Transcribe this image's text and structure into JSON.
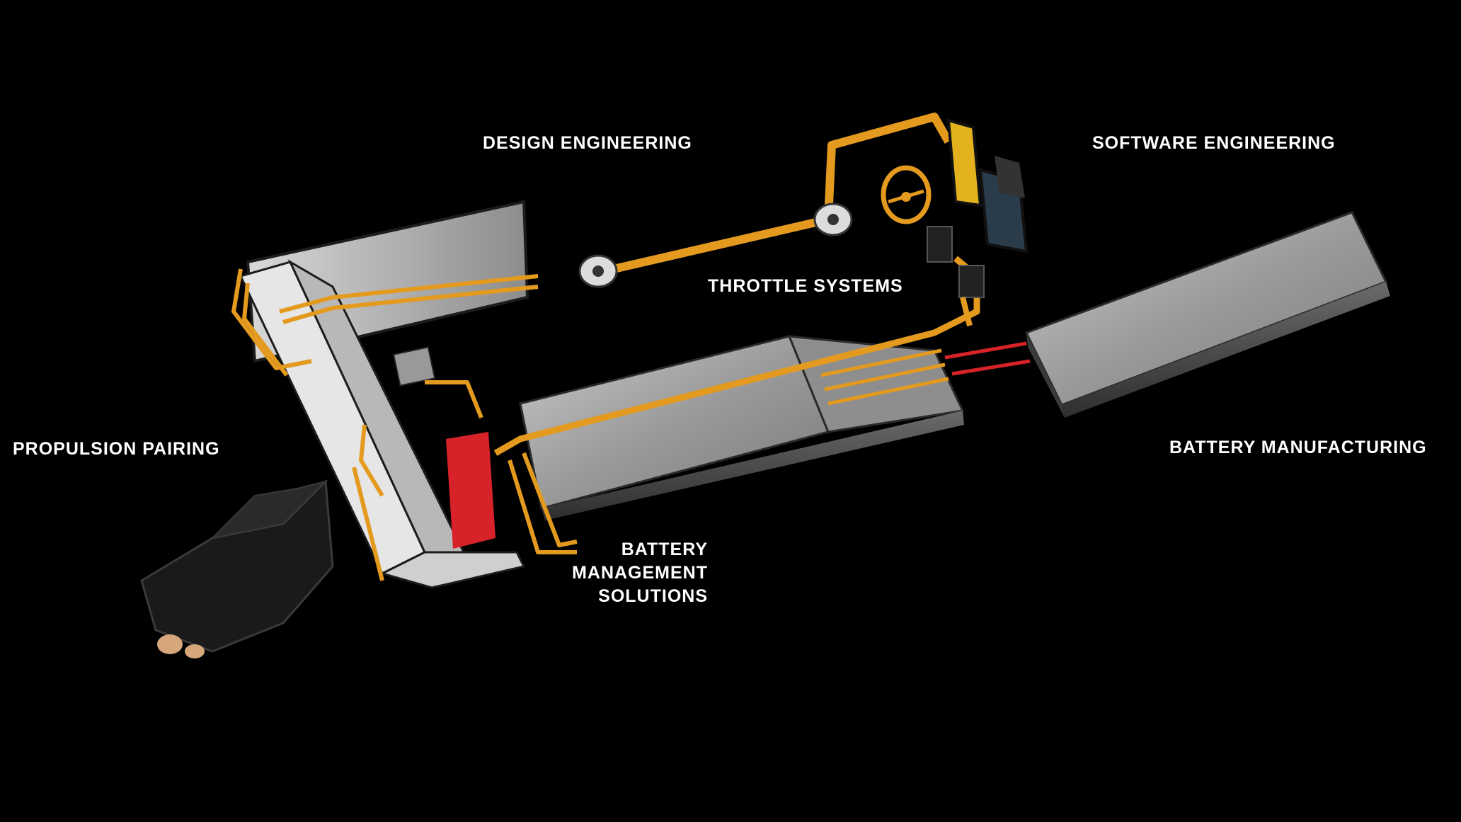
{
  "labels": {
    "design_engineering": "DESIGN ENGINEERING",
    "software_engineering": "SOFTWARE ENGINEERING",
    "throttle_systems": "THROTTLE SYSTEMS",
    "propulsion_pairing": "PROPULSION PAIRING",
    "battery_manufacturing": "BATTERY MANUFACTURING",
    "battery_management_solutions": [
      "BATTERY",
      "MANAGEMENT",
      "SOLUTIONS"
    ]
  },
  "colors": {
    "background": "#000000",
    "cable": "#e39a1e",
    "battery_top": "#a9a9a9",
    "battery_side": "#5e5e5e",
    "battery_edge": "#2a2a2a",
    "accent_red": "#d8222a",
    "text": "#ffffff"
  },
  "icons": [
    "speaker-icon",
    "steering-wheel-icon",
    "display-screen-icon",
    "throttle-lever-icon",
    "outboard-motor-icon"
  ]
}
